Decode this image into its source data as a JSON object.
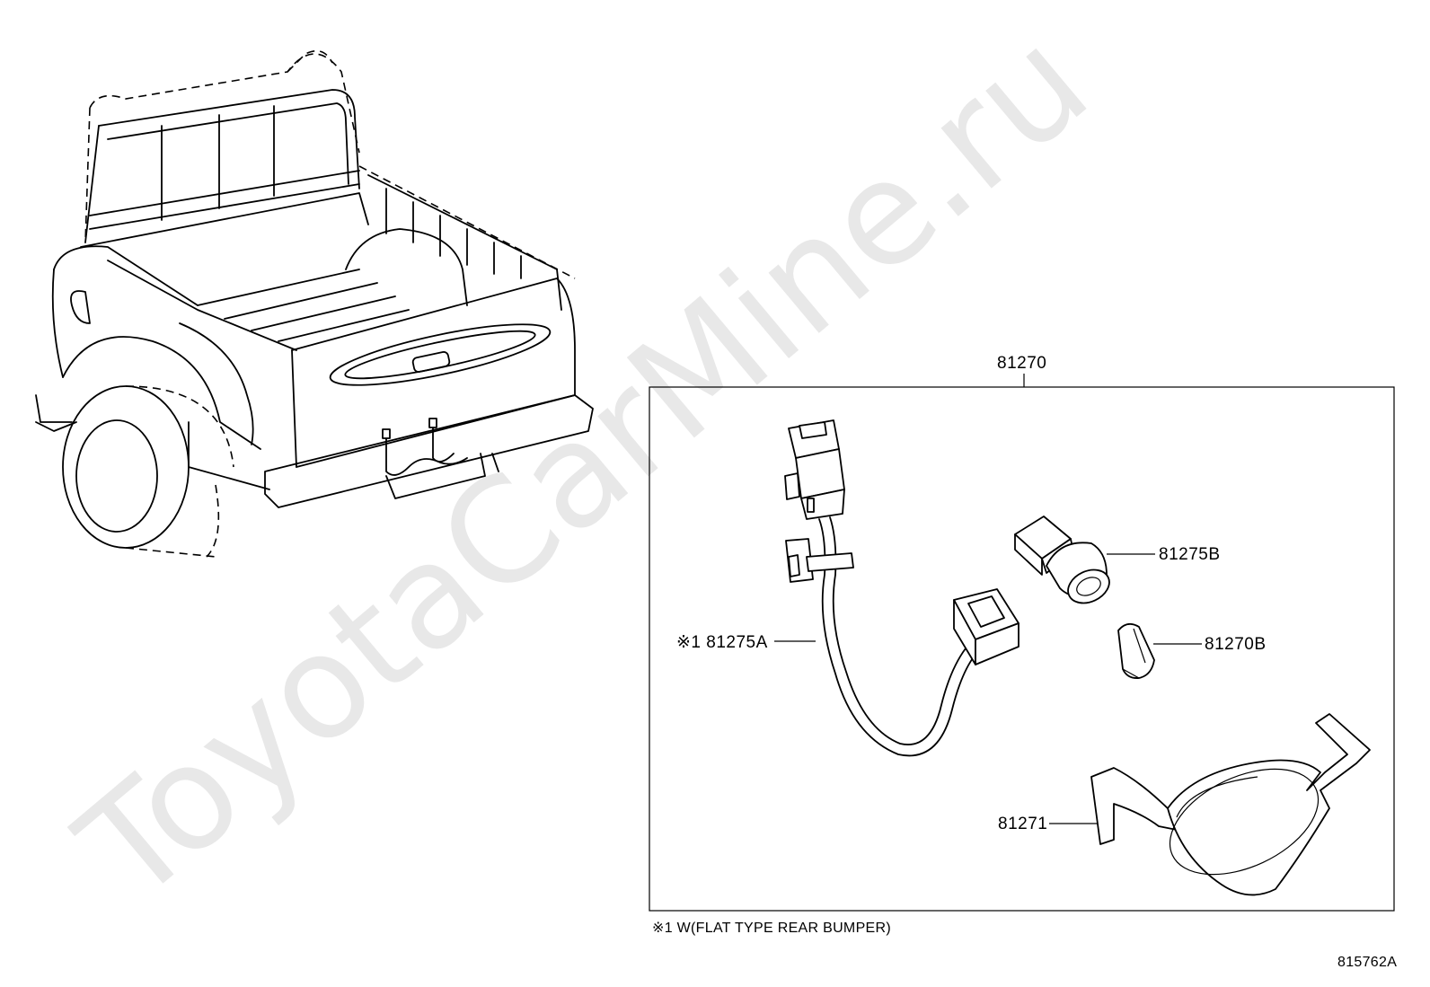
{
  "watermark": "ToyotaCarMine.ru",
  "assembly_label": "81270",
  "parts": [
    {
      "id": "81275B",
      "label": "81275B"
    },
    {
      "id": "81275A",
      "label": "※1 81275A"
    },
    {
      "id": "81270B",
      "label": "81270B"
    },
    {
      "id": "81271",
      "label": "81271"
    }
  ],
  "footnote": "※1 W(FLAT TYPE REAR BUMPER)",
  "diagram_code": "815762A"
}
